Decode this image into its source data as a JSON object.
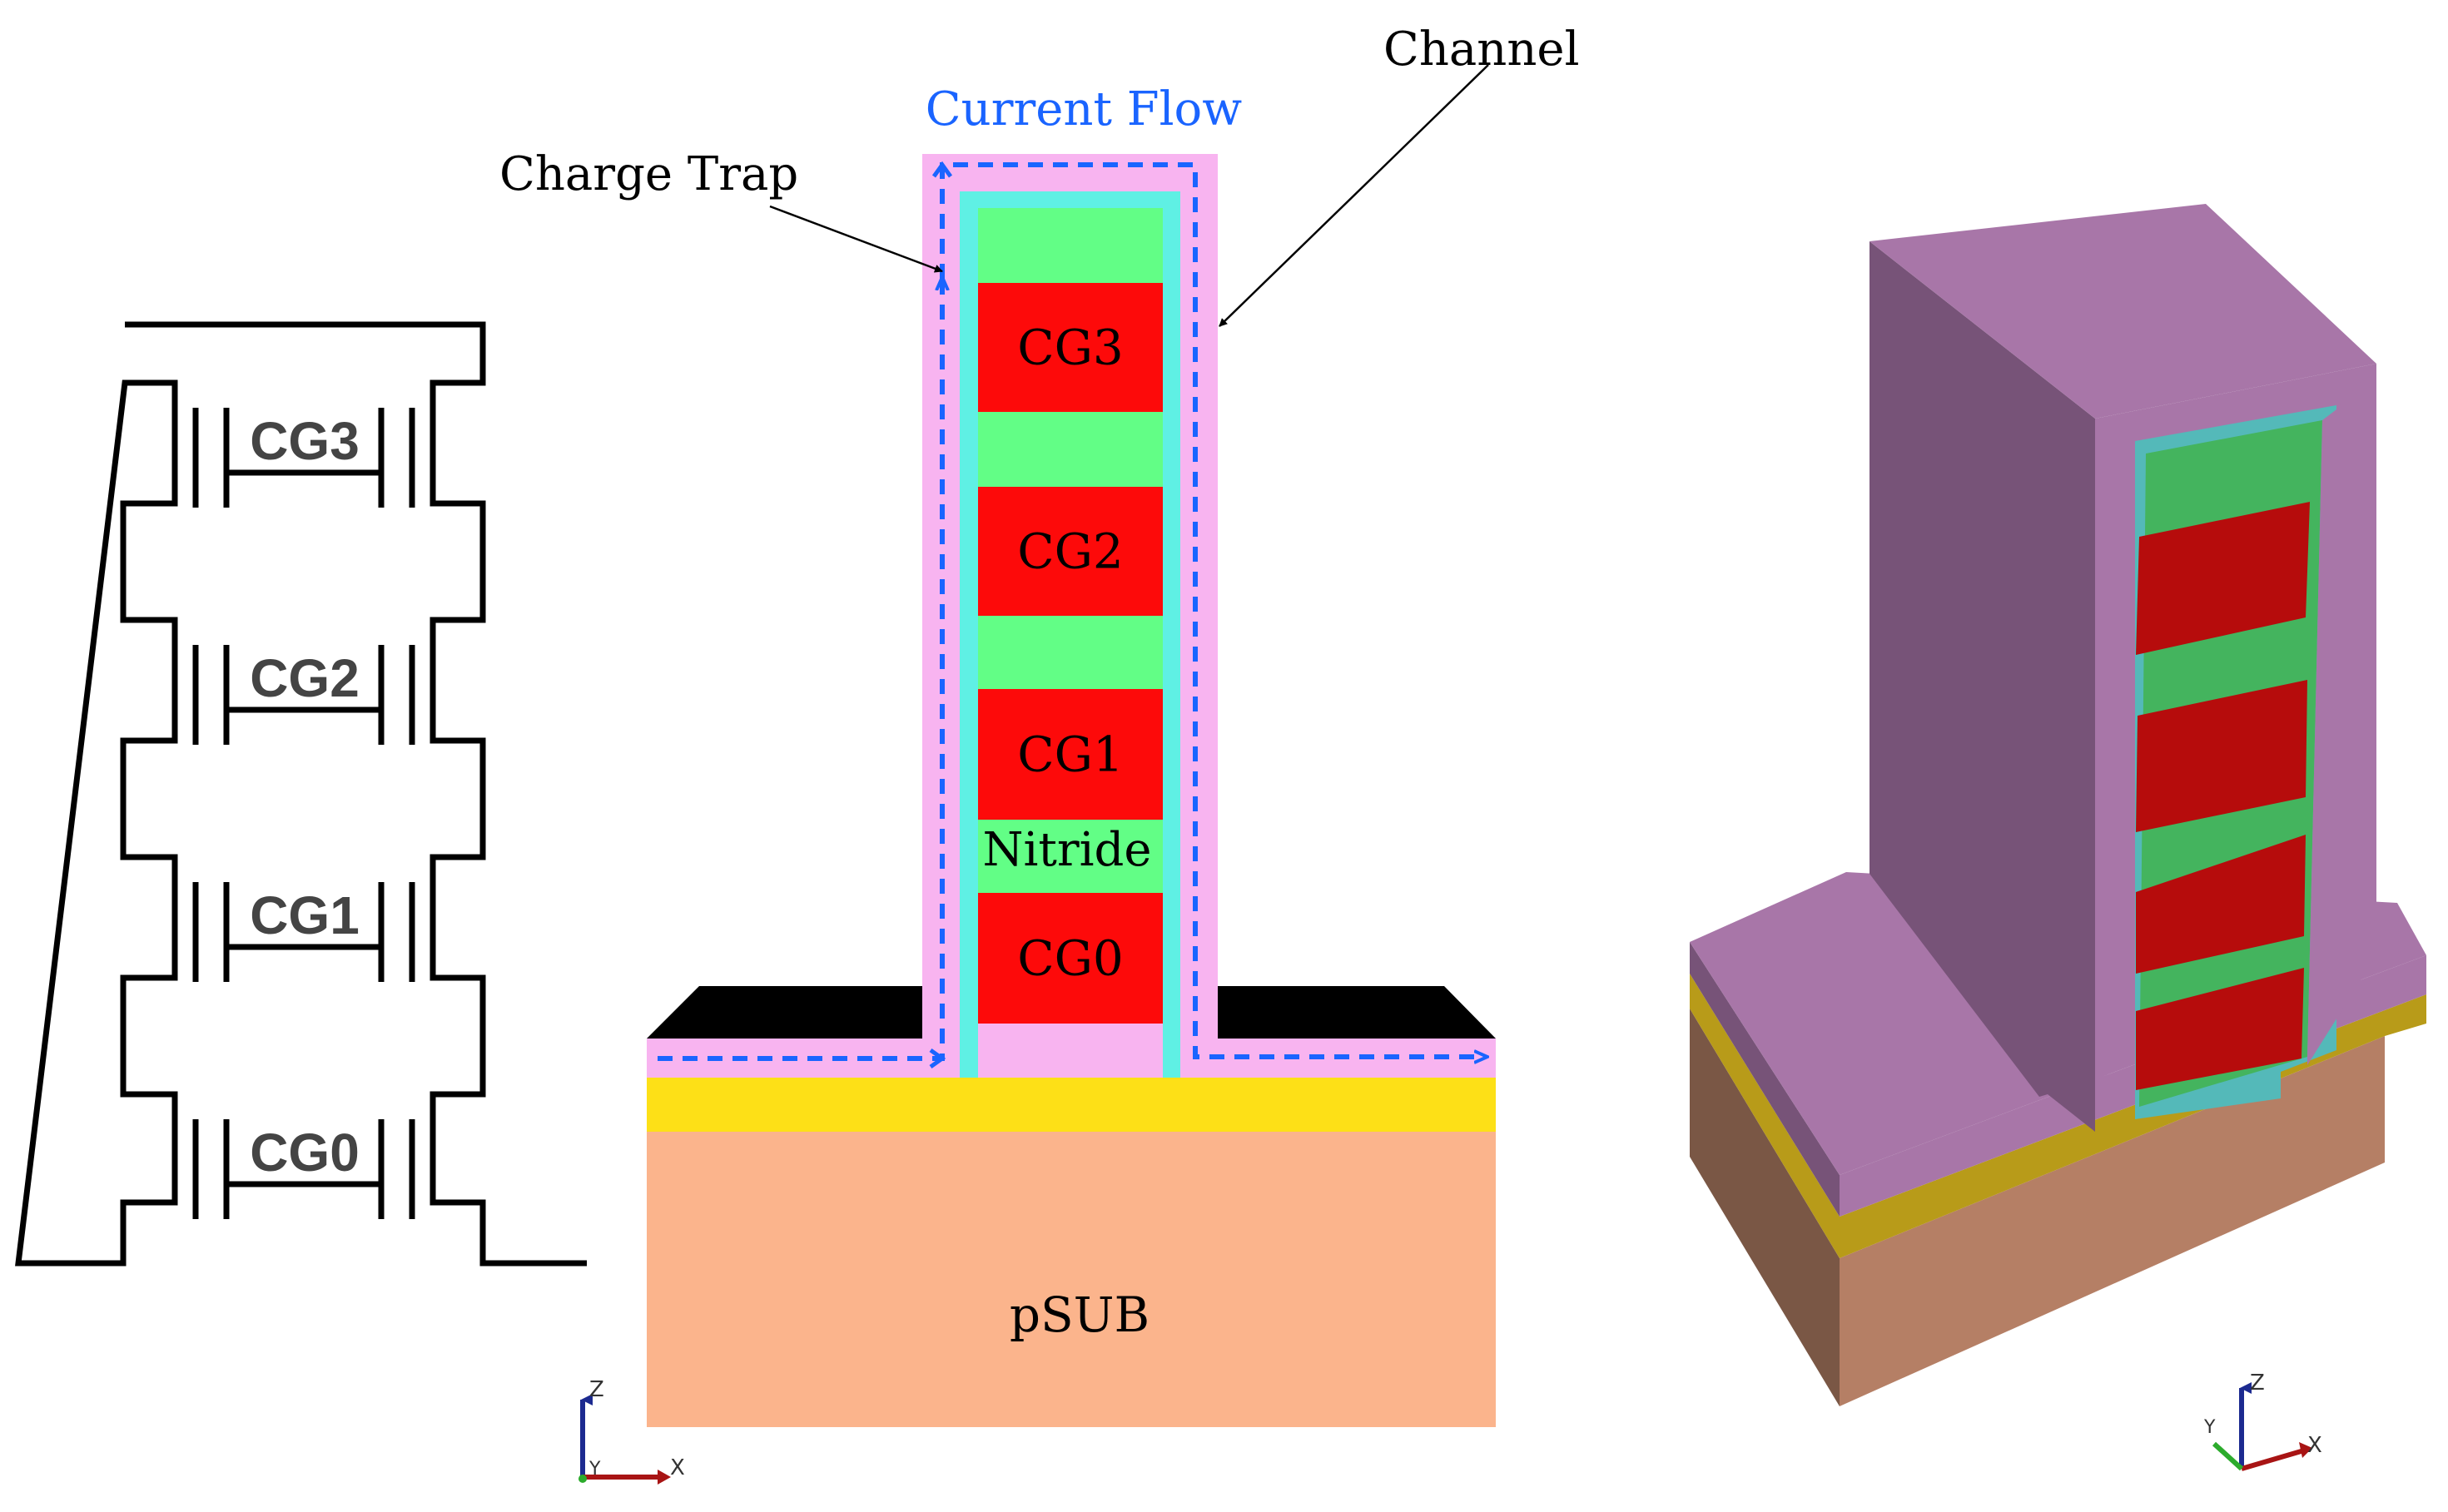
{
  "schematic": {
    "gates": [
      {
        "label": "CG3"
      },
      {
        "label": "CG2"
      },
      {
        "label": "CG1"
      },
      {
        "label": "CG0"
      }
    ]
  },
  "cross_section": {
    "callouts": {
      "current_flow": "Current Flow",
      "charge_trap": "Charge Trap",
      "channel": "Channel"
    },
    "gates": [
      {
        "label": "CG3"
      },
      {
        "label": "CG2"
      },
      {
        "label": "CG1"
      },
      {
        "label": "CG0"
      }
    ],
    "nitride_label": "Nitride",
    "substrate_label": "pSUB",
    "colors": {
      "substrate": "#fbb48c",
      "oxide_yellow": "#fde017",
      "channel_pink": "#f8b4f0",
      "tunnel_cyan": "#5ff0e4",
      "nitride_green": "#62fe86",
      "gate_red": "#fd0a0a",
      "black_cap": "#000000",
      "flow_arrow": "#1a64ff",
      "callout_blue": "#1a64ff"
    },
    "axis_triad": {
      "z": "Z",
      "x": "X",
      "y": "Y"
    }
  },
  "isometric": {
    "colors": {
      "purple_top": "#a876a8",
      "purple_side": "#775378",
      "cyan": "#54b9b9",
      "green": "#44b45e",
      "red": "#b60c0c",
      "yellow": "#b89b19",
      "brown_front": "#b57f65",
      "brown_side": "#7a5745"
    },
    "axis_triad": {
      "z": "Z",
      "x": "X",
      "y": "Y"
    }
  }
}
